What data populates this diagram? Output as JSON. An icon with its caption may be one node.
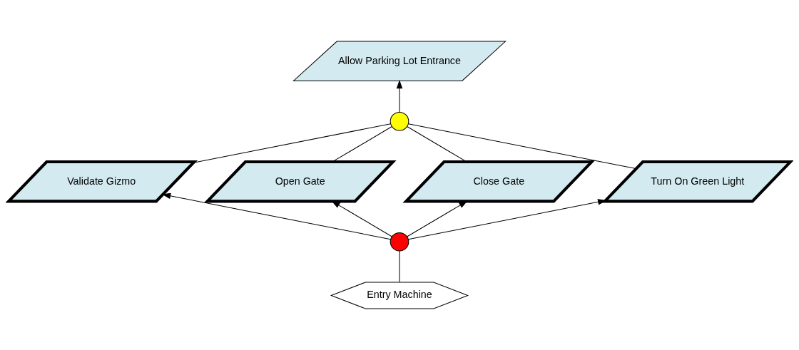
{
  "diagram": {
    "nodes": [
      {
        "text": [
          "Allow Parking Lot Entrance"
        ]
      },
      {
        "text": [],
        "shape": "circle"
      },
      {
        "text": [
          "Validate Gizmo"
        ]
      },
      {
        "text": [
          "Open Gate"
        ]
      },
      {
        "text": [
          "Close Gate"
        ]
      },
      {
        "text": [
          "Turn On Green Light"
        ]
      },
      {
        "text": [],
        "shape": "circle"
      },
      {
        "text": [
          "Entry Machine"
        ]
      }
    ],
    "edges": [
      {
        "from": 1,
        "to": 0,
        "arrow": "to"
      },
      {
        "from": 2,
        "to": 1,
        "arrow": "none"
      },
      {
        "from": 3,
        "to": 1,
        "arrow": "none"
      },
      {
        "from": 4,
        "to": 1,
        "arrow": "none"
      },
      {
        "from": 5,
        "to": 1,
        "arrow": "none"
      },
      {
        "from": 6,
        "to": 2,
        "arrow": "to"
      },
      {
        "from": 6,
        "to": 3,
        "arrow": "to"
      },
      {
        "from": 6,
        "to": 4,
        "arrow": "to"
      },
      {
        "from": 6,
        "to": 5,
        "arrow": "to"
      },
      {
        "from": 7,
        "to": 6,
        "arrow": "none"
      }
    ]
  }
}
